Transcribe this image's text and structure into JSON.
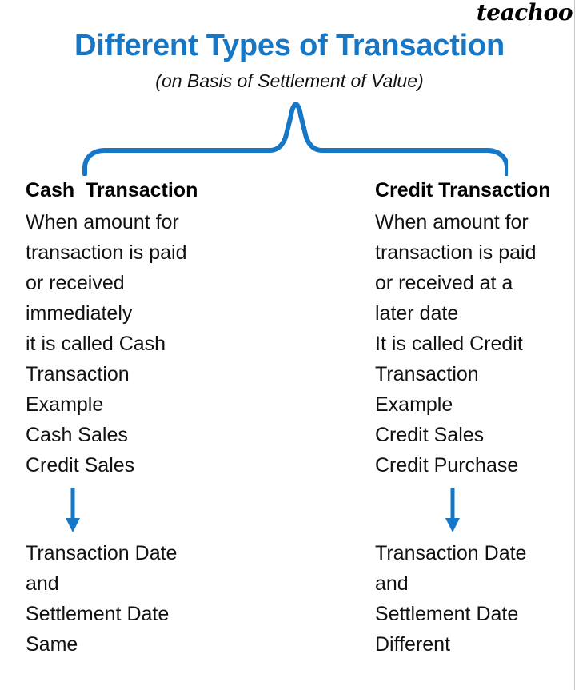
{
  "brand": {
    "name": "teachoo"
  },
  "header": {
    "title": "Different Types of Transaction",
    "subtitle": "(on Basis of Settlement of Value)"
  },
  "colors": {
    "accent_blue": "#1577C6",
    "text_black": "#111111",
    "page_edge": "#c9c9c9"
  },
  "brace": {
    "name": "upward-curly-brace",
    "color": "#1577C6"
  },
  "columns": [
    {
      "id": "cash-transaction",
      "heading": "Cash  Transaction",
      "lines": [
        "When amount for",
        "transaction is paid",
        "or received",
        "immediately",
        "it is called Cash",
        "Transaction",
        "Example",
        "Cash Sales",
        "Credit Sales"
      ],
      "arrow": {
        "name": "down-arrow",
        "color": "#1577C6"
      },
      "footer_lines": [
        "Transaction Date",
        "and",
        "Settlement Date",
        "Same"
      ]
    },
    {
      "id": "credit-transaction",
      "heading": "Credit Transaction",
      "lines": [
        "When amount for",
        "transaction is paid",
        "or received at a",
        "later date",
        "It is called Credit",
        "Transaction",
        "Example",
        "Credit Sales",
        "Credit Purchase"
      ],
      "arrow": {
        "name": "down-arrow",
        "color": "#1577C6"
      },
      "footer_lines": [
        "Transaction Date",
        "and",
        "Settlement Date",
        "Different"
      ]
    }
  ]
}
